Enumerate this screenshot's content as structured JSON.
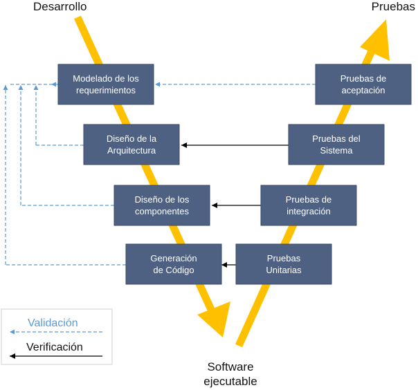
{
  "labels": {
    "left_top": "Desarrollo",
    "right_top": "Pruebas",
    "bottom_line1": "Software",
    "bottom_line2": "ejecutable"
  },
  "left_boxes": [
    {
      "line1": "Modelado de los",
      "line2": "requerimientos"
    },
    {
      "line1": "Diseño de la",
      "line2": "Arquitectura"
    },
    {
      "line1": "Diseño de los",
      "line2": "componentes"
    },
    {
      "line1": "Generación",
      "line2": "de Código"
    }
  ],
  "right_boxes": [
    {
      "line1": "Pruebas de",
      "line2": "aceptación"
    },
    {
      "line1": "Pruebas del",
      "line2": "Sistema"
    },
    {
      "line1": "Pruebas de",
      "line2": "integración"
    },
    {
      "line1": "Pruebas",
      "line2": "Unitarias"
    }
  ],
  "legend": {
    "validation": "Validación",
    "verification": "Verificación"
  },
  "colors": {
    "box": "#4e6182",
    "arrow": "#ffc000",
    "validation": "#5b9bd5",
    "verification": "#000000"
  }
}
